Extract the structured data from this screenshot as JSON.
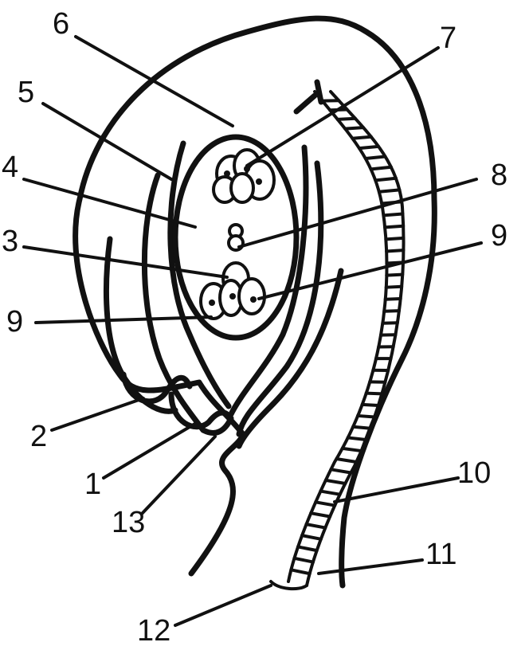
{
  "labels": {
    "l1": "1",
    "l2": "2",
    "l3": "3",
    "l4": "4",
    "l5": "5",
    "l6": "6",
    "l7": "7",
    "l8": "8",
    "l9a": "9",
    "l9b": "9",
    "l10": "10",
    "l11": "11",
    "l12": "12",
    "l13": "13"
  }
}
